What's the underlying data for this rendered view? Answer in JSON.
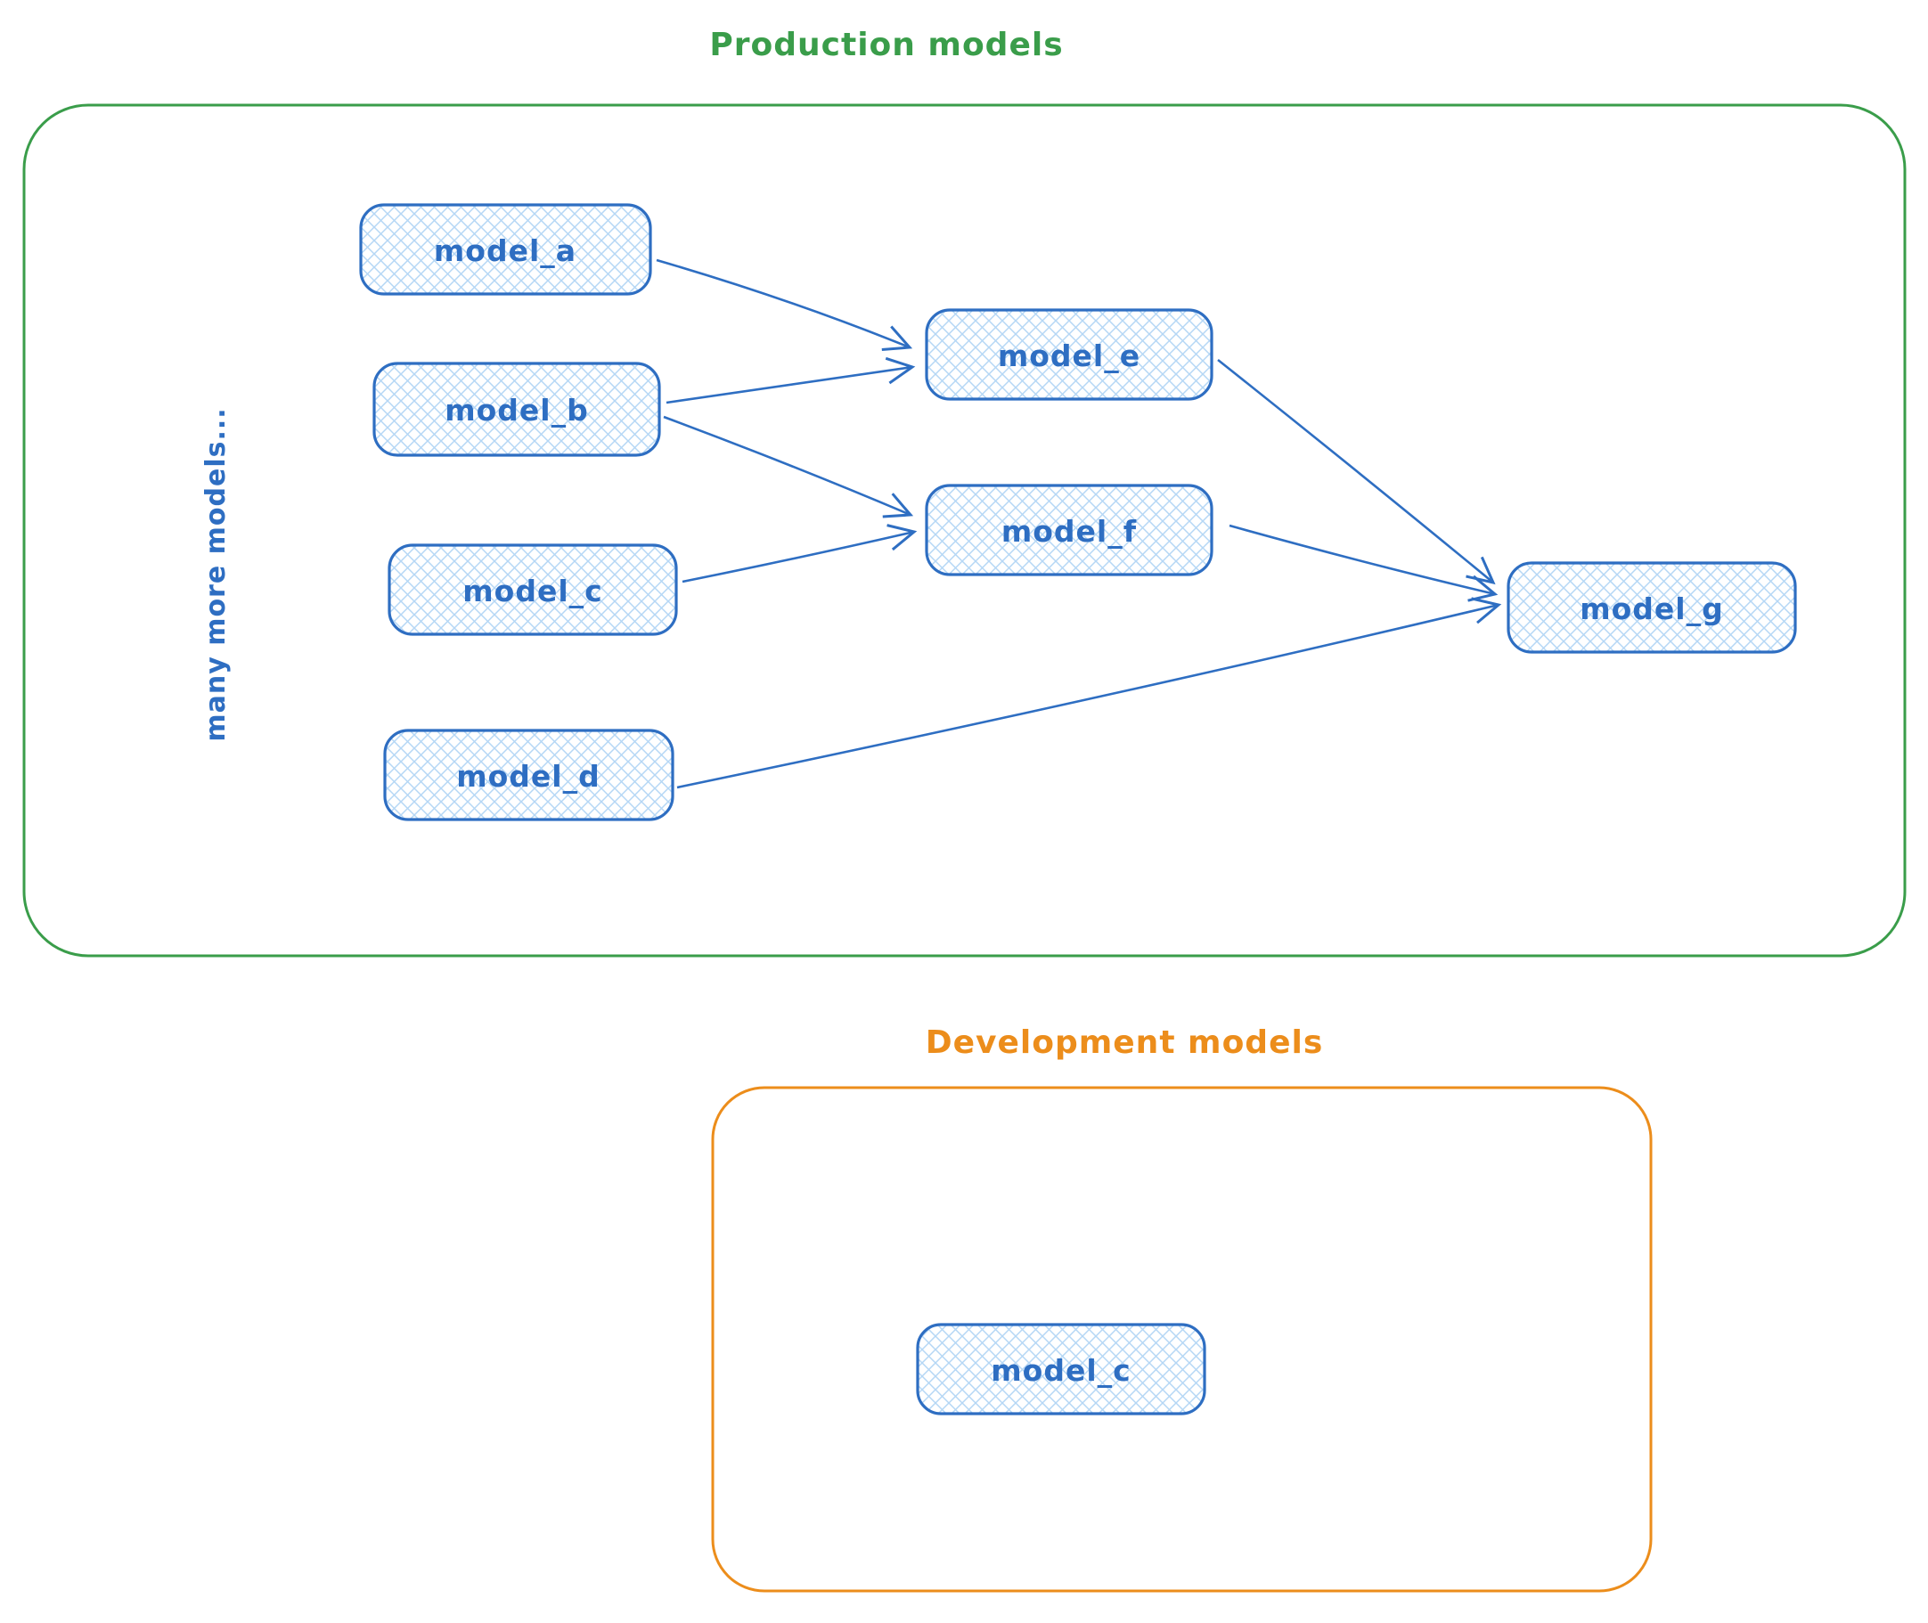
{
  "production": {
    "title": "Production models",
    "side_note": "many more models...",
    "nodes": [
      {
        "id": "model_a",
        "label": "model_a"
      },
      {
        "id": "model_b",
        "label": "model_b"
      },
      {
        "id": "model_c",
        "label": "model_c"
      },
      {
        "id": "model_d",
        "label": "model_d"
      },
      {
        "id": "model_e",
        "label": "model_e"
      },
      {
        "id": "model_f",
        "label": "model_f"
      },
      {
        "id": "model_g",
        "label": "model_g"
      }
    ]
  },
  "development": {
    "title": "Development models",
    "nodes": [
      {
        "id": "model_c_dev",
        "label": "model_c"
      }
    ]
  },
  "edges": [
    {
      "from": "model_a",
      "to": "model_e"
    },
    {
      "from": "model_b",
      "to": "model_e"
    },
    {
      "from": "model_b",
      "to": "model_f"
    },
    {
      "from": "model_c",
      "to": "model_f"
    },
    {
      "from": "model_e",
      "to": "model_g"
    },
    {
      "from": "model_f",
      "to": "model_g"
    },
    {
      "from": "model_d",
      "to": "model_g"
    }
  ],
  "colors": {
    "production_border": "#3a9d4a",
    "development_border": "#ec8d1b",
    "node_border": "#2e6ec2",
    "node_label": "#2e6ec2",
    "node_fill_hatch": "#b5d7f5",
    "background": "#ffffff"
  }
}
